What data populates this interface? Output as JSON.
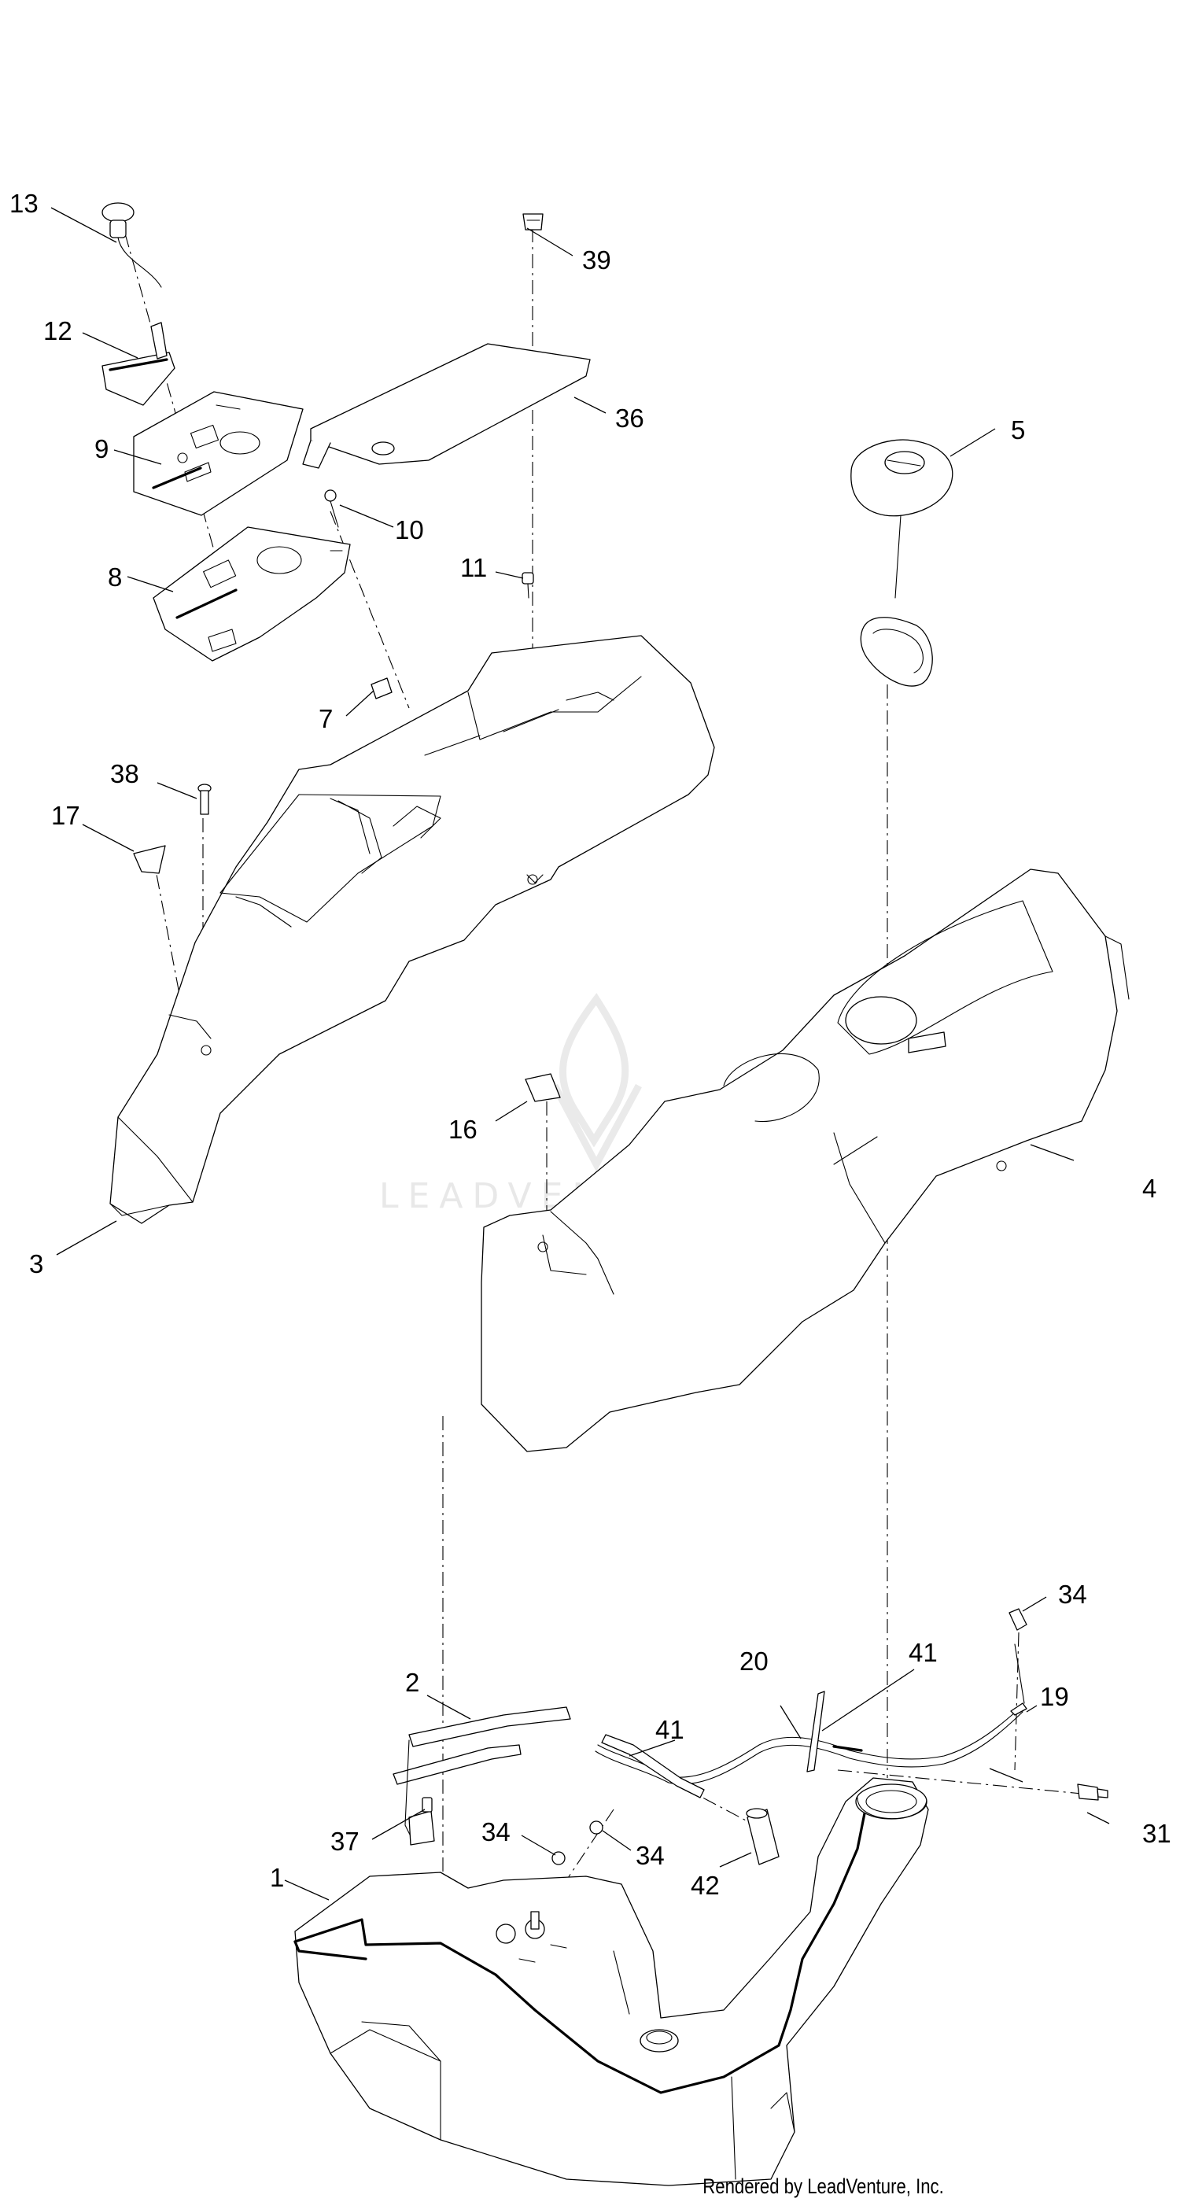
{
  "callouts": {
    "c1": "1",
    "c2": "2",
    "c3": "3",
    "c4": "4",
    "c5": "5",
    "c7": "7",
    "c8": "8",
    "c9": "9",
    "c10": "10",
    "c11": "11",
    "c12": "12",
    "c13": "13",
    "c16": "16",
    "c17": "17",
    "c19": "19",
    "c20": "20",
    "c31": "31",
    "c34a": "34",
    "c34b": "34",
    "c34c": "34",
    "c36": "36",
    "c37": "37",
    "c38": "38",
    "c39": "39",
    "c41a": "41",
    "c41b": "41",
    "c42": "42"
  },
  "watermark": {
    "brand": "LEADVENTURE"
  },
  "footer": {
    "credit": "Rendered by LeadVenture, Inc."
  }
}
